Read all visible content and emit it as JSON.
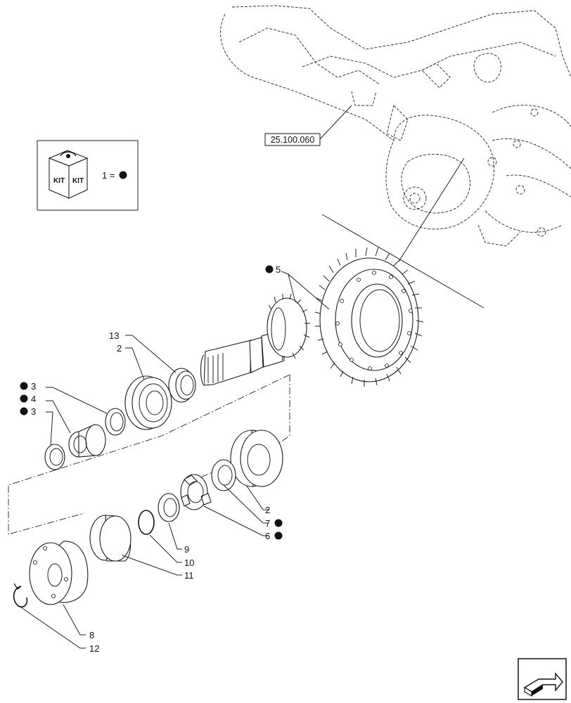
{
  "reference_label": "25.100.060",
  "kit_legend": {
    "icon_text_left": "KIT",
    "icon_text_right": "KIT",
    "equation_text": "1 ="
  },
  "callouts": [
    {
      "id": "c13",
      "text": "13",
      "kit": false
    },
    {
      "id": "c2a",
      "text": "2",
      "kit": false
    },
    {
      "id": "c3a",
      "text": "3",
      "kit": true
    },
    {
      "id": "c4",
      "text": "4",
      "kit": true
    },
    {
      "id": "c3b",
      "text": "3",
      "kit": true
    },
    {
      "id": "c5",
      "text": "5",
      "kit": true
    },
    {
      "id": "c2b",
      "text": "2",
      "kit": false
    },
    {
      "id": "c7",
      "text": "7",
      "kit": true
    },
    {
      "id": "c6",
      "text": "6",
      "kit": true
    },
    {
      "id": "c9",
      "text": "9",
      "kit": false
    },
    {
      "id": "c10",
      "text": "10",
      "kit": false
    },
    {
      "id": "c11",
      "text": "11",
      "kit": false
    },
    {
      "id": "c8",
      "text": "8",
      "kit": false
    },
    {
      "id": "c12",
      "text": "12",
      "kit": false
    }
  ],
  "nav_icon": "next-page-arrow-icon",
  "colors": {
    "line": "#1a1a1a",
    "background": "#ffffff"
  }
}
